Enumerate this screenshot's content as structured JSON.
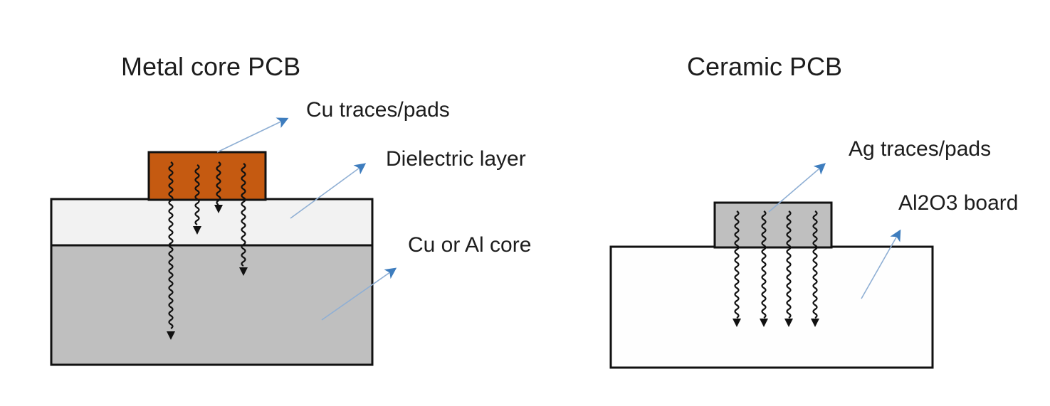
{
  "left_diagram": {
    "title": "Metal core PCB",
    "labels": {
      "pad": "Cu traces/pads",
      "dielectric": "Dielectric layer",
      "core": "Cu or Al core"
    }
  },
  "right_diagram": {
    "title": "Ceramic PCB",
    "labels": {
      "pad": "Ag traces/pads",
      "board": "Al2O3 board"
    }
  },
  "colors": {
    "text": "#1d1d1d",
    "ink": "#111111",
    "border": "#111111",
    "orange": "#c55a11",
    "dielectric": "#f2f2f2",
    "core_gray": "#bfbfbf",
    "pad_gray": "#bfbfbf",
    "board_white": "#fefefe",
    "arrow_line": "#8fafd4",
    "arrow_head": "#3e7dbe"
  }
}
